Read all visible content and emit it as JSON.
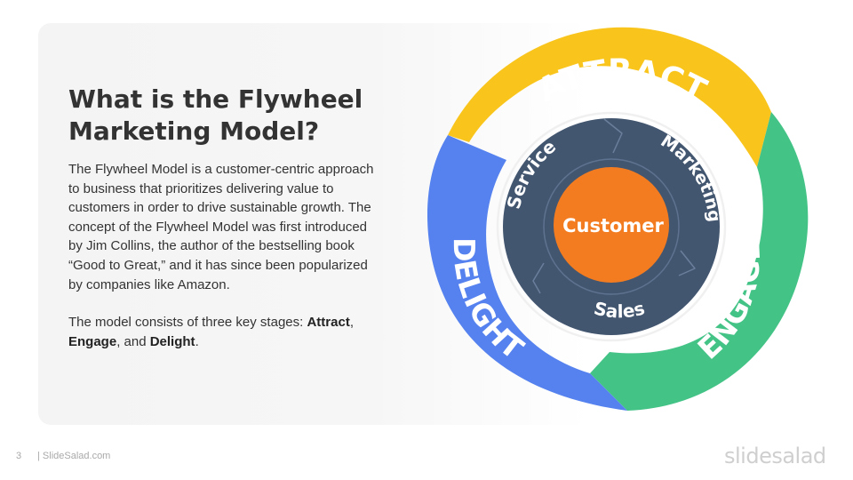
{
  "slide": {
    "title": "What is the Flywheel Marketing Model?",
    "paragraph1": "The Flywheel Model is a customer-centric approach to business that prioritizes delivering value to customers in order to drive sustainable growth. The concept of the Flywheel Model was first introduced by Jim Collins, the author of the bestselling book “Good to Great,” and it has since been popularized by companies like Amazon.",
    "paragraph2_prefix": "The model consists of three key stages: ",
    "stage1": "Attract",
    "sep1": ", ",
    "stage2": "Engage",
    "sep2": ", and ",
    "stage3": "Delight",
    "end": "."
  },
  "diagram": {
    "outer": [
      {
        "label": "ATTRACT",
        "color": "#f9c51c"
      },
      {
        "label": "ENGAGE",
        "color": "#44c387"
      },
      {
        "label": "DELIGHT",
        "color": "#5582ef"
      }
    ],
    "inner": [
      {
        "label": "Marketing"
      },
      {
        "label": "Sales"
      },
      {
        "label": "Service"
      }
    ],
    "inner_color": "#435670",
    "center": {
      "label": "Customer",
      "color": "#f47c20"
    }
  },
  "footer": {
    "page_number": "3",
    "source": "| SlideSalad.com",
    "logo": "slidesalad"
  }
}
